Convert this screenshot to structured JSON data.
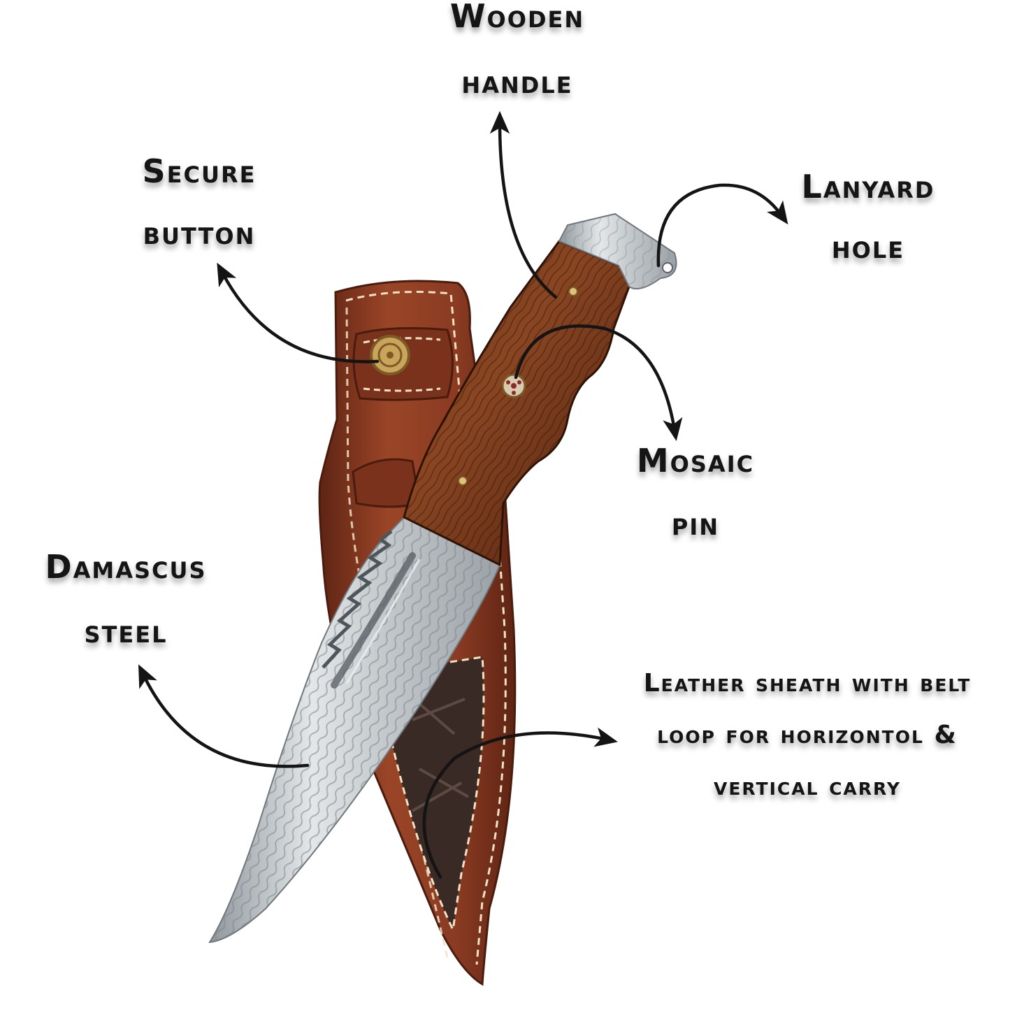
{
  "callouts": {
    "wooden_handle": [
      "Wooden",
      "handle"
    ],
    "secure_button": [
      "Secure",
      "button"
    ],
    "lanyard_hole": [
      "Lanyard",
      "hole"
    ],
    "mosaic_pin": [
      "Mosaic",
      "pin"
    ],
    "damascus_steel": [
      "Damascus",
      "steel"
    ],
    "leather_sheath": [
      "Leather sheath with belt",
      "loop for horizontol &",
      "vertical carry"
    ]
  },
  "colors": {
    "background": "#ffffff",
    "label_text": "#151515",
    "arrow": "#141414",
    "leather": "#8a3b22",
    "leather_dark": "#5e2414",
    "stitching": "#f1e2c4",
    "wood": "#6b3318",
    "wood_dark": "#3e1a0a",
    "steel": "#cfd3d6",
    "steel_dark": "#8f979d",
    "brass": "#c9a45a"
  },
  "icons": {
    "pin": "mosaic-pin-icon",
    "button": "snap-button-icon",
    "arrow": "curved-arrow-icon"
  }
}
